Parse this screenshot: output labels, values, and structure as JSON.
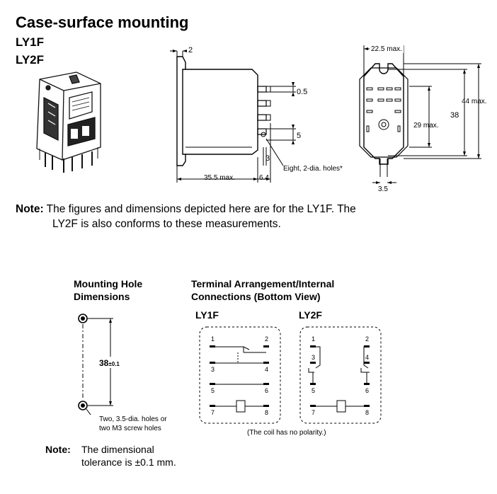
{
  "header": {
    "title": "Case-surface mounting",
    "model1": "LY1F",
    "model2": "LY2F"
  },
  "side_view": {
    "dim_top": "2",
    "dim_pin_thickness": "0.5",
    "dim_pin_pitch": "5",
    "dim_hole_offset": "3",
    "dim_length": "35.5 max.",
    "dim_pin_length": "6.4",
    "holes_note": "Eight, 2-dia. holes*"
  },
  "front_view": {
    "dim_width": "22.5 max.",
    "dim_height": "44 max.",
    "dim_mount_pitch": "38",
    "dim_body_height": "29 max.",
    "dim_slot": "3.5"
  },
  "note1": {
    "label": "Note:",
    "line1": "The figures and dimensions depicted here are for the LY1F. The",
    "line2": "LY2F is also conforms to these measurements."
  },
  "mounting_holes": {
    "title_line1": "Mounting Hole",
    "title_line2": "Dimensions",
    "dim_value": "38",
    "dim_tol": "±0.1",
    "hole_note_line1": "Two, 3.5-dia. holes or",
    "hole_note_line2": "two M3 screw holes"
  },
  "terminal": {
    "title_line1": "Terminal Arrangement/Internal",
    "title_line2": "Connections (Bottom View)",
    "ly1f_label": "LY1F",
    "ly2f_label": "LY2F",
    "ly1f_pins": [
      "1",
      "2",
      "3",
      "4",
      "5",
      "6",
      "7",
      "8"
    ],
    "ly2f_pins": [
      "1",
      "2",
      "3",
      "4",
      "5",
      "6",
      "7",
      "8"
    ],
    "coil_note": "(The coil has no polarity.)"
  },
  "note2": {
    "label": "Note:",
    "line1": "The dimensional",
    "line2": "tolerance is ±0.1 mm."
  }
}
